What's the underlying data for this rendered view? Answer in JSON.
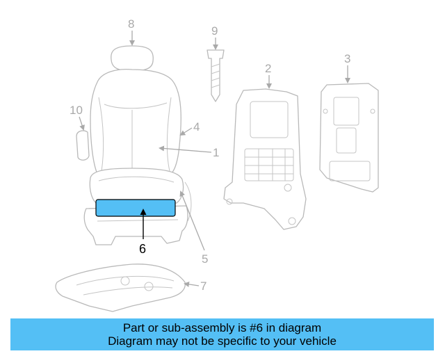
{
  "diagram": {
    "highlight_color": "#54bff5",
    "callouts": {
      "c1": "1",
      "c2": "2",
      "c3": "3",
      "c4": "4",
      "c5": "5",
      "c6": "6",
      "c7": "7",
      "c8": "8",
      "c9": "9",
      "c10": "10"
    },
    "highlighted_part": "6"
  },
  "footer": {
    "line1": "Part or sub-assembly is #6 in diagram",
    "line2": "Diagram may not be specific to your vehicle",
    "background": "#54bff5"
  }
}
